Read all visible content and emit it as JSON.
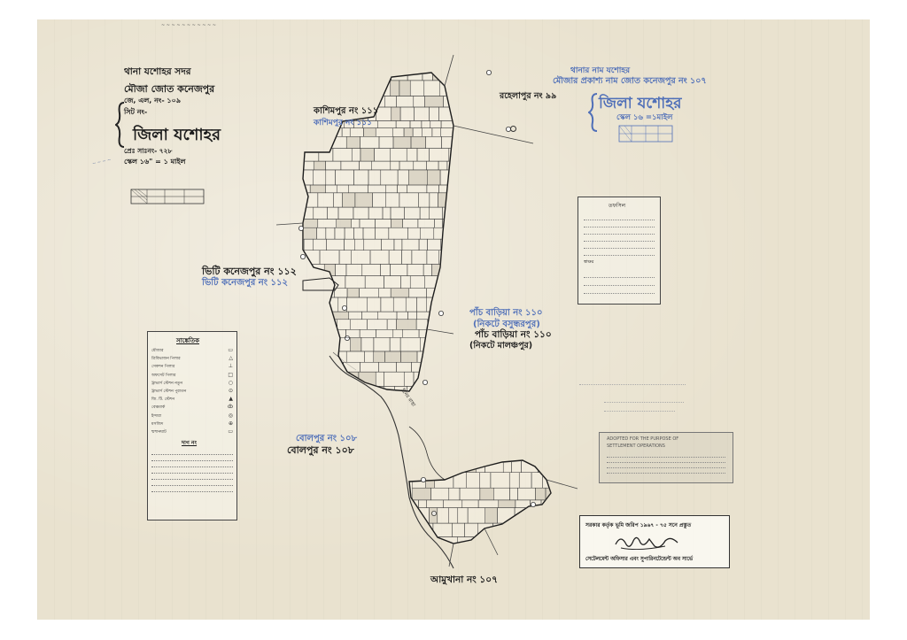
{
  "header_left": {
    "thana": "থানা যশোহর সদর",
    "mouza": "মৌজা জোত কনেজপুর",
    "jl": "জে, এল, নং- ১০৯",
    "sheet": "সিট নং-",
    "district": "জিলা যশোহর",
    "survey": "প্রেঃ সাঃনং- ৭২৮",
    "scale": "স্কেল ১৬\" = ১ মাইল"
  },
  "header_right": {
    "thana": "থানার নাম যশোহর",
    "mouza": "মৌজার প্রকাশ্য নাম জোত কনেজপুর নং ১০৭",
    "district": "জিলা যশোহর",
    "scale": "স্কেল ১৬ =১মাইল"
  },
  "neighbors": {
    "north_left": "কাশিমপুর নং ১১১",
    "north_left_alt": "কাশিমপুর নং ১১১",
    "north_right": "রহেলাপুর নং ৯৯",
    "west": "ভিটি কনেজপুর নং ১১২",
    "west_alt": "ভিটি কনেজপুর নং ১১২",
    "east_alt1": "পাঁচ বাড়িয়া নং ১১০",
    "east_alt2": "(নিকটে বসুন্ধরপুর)",
    "east1": "পাঁচ বাড়িয়া নং ১১০",
    "east2": "(নিকটে মালঞ্চপুর)",
    "southwest_alt": "বোলপুর নং ১০৮",
    "southwest": "বোলপুর নং ১০৮",
    "south": "আমুখানা নং ১০৭"
  },
  "legend": {
    "title": "সাঙ্কেতিক",
    "items": [
      {
        "label": "মৌজার",
        "symbol": "▭"
      },
      {
        "label": "ত্রিবিভাজন পিলার",
        "symbol": "△"
      },
      {
        "label": "সেকশন পিলার",
        "symbol": "⊥"
      },
      {
        "label": "অফসেট পিলার",
        "symbol": "□"
      },
      {
        "label": "ট্রাভার্স স্টেশন নতুন",
        "symbol": "○"
      },
      {
        "label": "ট্রাভার্স স্টেশন পুরাতন",
        "symbol": "⊙"
      },
      {
        "label": "জি. টি. স্টেশন",
        "symbol": "▲"
      },
      {
        "label": "বেঞ্চমার্ক",
        "symbol": "ȸ"
      },
      {
        "label": "ইন্দারা",
        "symbol": "◎"
      },
      {
        "label": "মসজিদ",
        "symbol": "⊕"
      },
      {
        "label": "শ্মশানঘাট",
        "symbol": "▭"
      }
    ],
    "subtitle": "দাগ নং"
  },
  "index_box": {
    "title": "তফসিল",
    "sign": "স্বাক্ষর"
  },
  "stamp_lines": [
    "ADOPTED FOR THE PURPOSE OF",
    "SETTLEMENT OPERATIONS"
  ],
  "approval": {
    "line": "সরকার কর্তৃক ভূমি জরিপ ১৯৬৭ - ৭৫ সনে প্রস্তুত",
    "office": "সেটেলমেন্ট অফিসার এবং সুপারিনটেন্ডেন্ট অব সার্ভে"
  },
  "map": {
    "road_label": "ইনের রাস্তা"
  }
}
